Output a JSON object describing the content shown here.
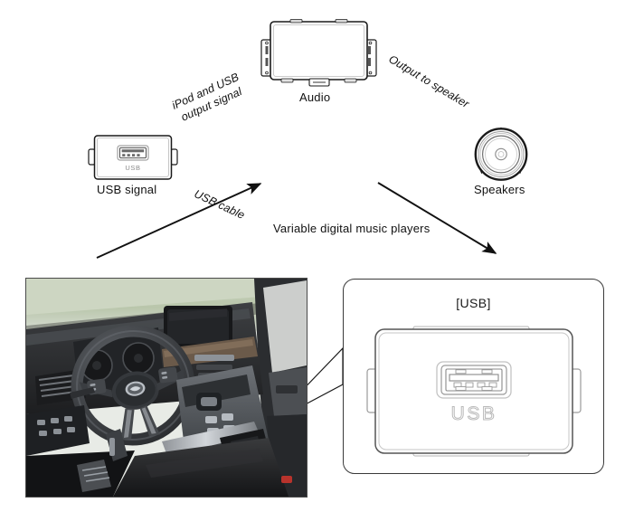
{
  "figure": {
    "type": "system-flow-diagram-with-photo-callout",
    "diagram": {
      "nodes": [
        {
          "id": "usb-signal",
          "label": "USB signal",
          "icon": "usb-port-module-icon",
          "port_text": "USB"
        },
        {
          "id": "audio",
          "label": "Audio",
          "icon": "audio-head-unit-icon"
        },
        {
          "id": "speakers",
          "label": "Speakers",
          "icon": "speaker-icon"
        },
        {
          "id": "players",
          "label": "Variable digital music players",
          "icon": "none"
        }
      ],
      "arrows": [
        {
          "id": "usb-to-audio",
          "label": "iPod and USB\noutput signal",
          "label_line1": "iPod and USB",
          "label_line2": "output signal",
          "from": "usb-signal",
          "to": "audio",
          "heads": "single"
        },
        {
          "id": "audio-to-speakers",
          "label": "Output to speaker",
          "from": "audio",
          "to": "speakers",
          "heads": "single"
        },
        {
          "id": "usb-to-players",
          "label": "USB cable",
          "from": "usb-signal",
          "to": "players",
          "heads": "double"
        }
      ]
    },
    "lower": {
      "photo": {
        "name": "vehicle-interior-photo",
        "description": "Car interior: steering wheel, instrument cluster, center console"
      },
      "callout": {
        "title": "[USB]",
        "port_text": "USB",
        "icon": "usb-port-module-icon"
      }
    },
    "colors": {
      "line": "#1a1a1a",
      "detail_line": "#8d8d8d",
      "text": "#111111",
      "callout_border": "#3a3a3a",
      "photo_border": "#4a4a4a"
    }
  }
}
